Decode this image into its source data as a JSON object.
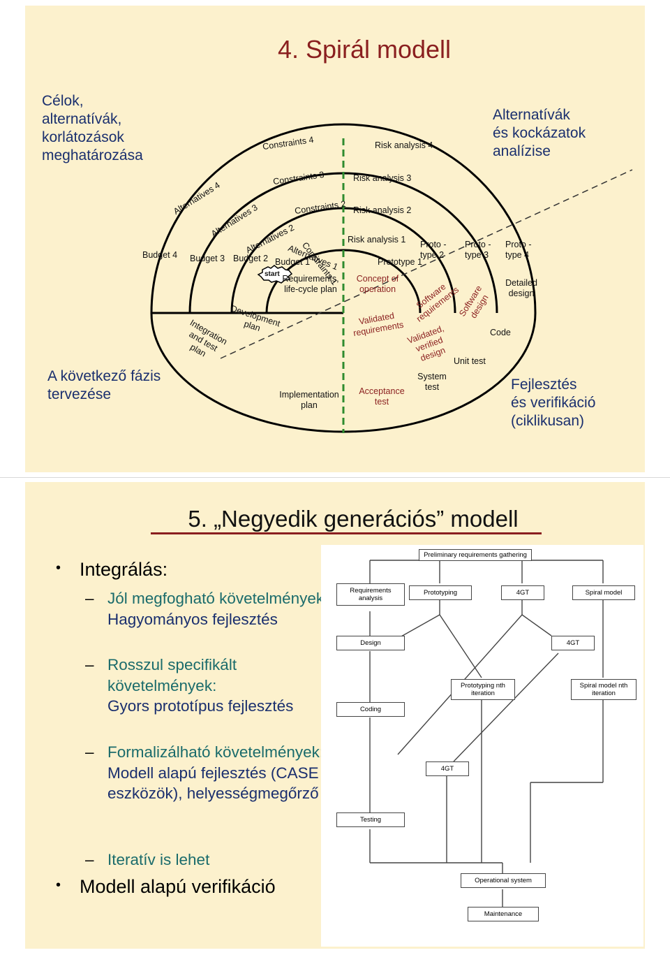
{
  "slide1": {
    "title": "4. Spirál modell",
    "corner_tl": "Célok,\nalternatívák,\nkorlátozások\nmeghatározása",
    "corner_tr": "Alternatívák\nés kockázatok\nanalízise",
    "corner_bl": "A következő fázis\ntervezése",
    "corner_br": "Fejlesztés\nés verifikáció\n(ciklikusan)",
    "diagram": {
      "constraints": [
        "Constraints 4",
        "Constraints 3",
        "Constraints 2",
        "Constraints 1"
      ],
      "risk": [
        "Risk analysis 4",
        "Risk analysis 3",
        "Risk analysis 2",
        "Risk analysis 1"
      ],
      "alternatives": [
        "Alternatives 4",
        "Alternatives 3",
        "Alternatives 2",
        "Alternatives 1"
      ],
      "budget": [
        "Budget 4",
        "Budget 3",
        "Budget 2",
        "Budget 1"
      ],
      "prototype": [
        "Prototype 1",
        "Proto - type 2",
        "Proto - type 3",
        "Proto - type 4"
      ],
      "start": "start",
      "requirements_plan": "Requirements, life-cycle plan",
      "concept": "Concept of operation",
      "sw_requirements": "Software requirements",
      "sw_design": "Software design",
      "detailed_design": "Detailed design",
      "development_plan": "Development plan",
      "integration_plan": "Integration and test plan",
      "validated_req": "Validated requirements",
      "validated_design": "Validated, verified design",
      "code": "Code",
      "unit_test": "Unit test",
      "system_test": "System test",
      "acceptance_test": "Acceptance test",
      "implementation_plan": "Implementation plan"
    }
  },
  "slide2": {
    "title": "5. „Negyedik generációs” modell",
    "bullet1": "Integrálás:",
    "subs": [
      {
        "head": "Jól megfogható követelmények:",
        "body": "Hagyományos fejlesztés"
      },
      {
        "head": "Rosszul specifikált követelmények:",
        "body": "Gyors prototípus fejlesztés"
      },
      {
        "head": "Formalizálható követelmények:",
        "body": "Modell alapú fejlesztés (CASE eszközök), helyességmegőrző"
      },
      {
        "head": "Iteratív is lehet",
        "body": ""
      }
    ],
    "bullet2": "Modell alapú verifikáció",
    "flow": {
      "gather": "Preliminary requirements gathering",
      "req_analysis": "Requirements analysis",
      "prototyping": "Prototyping",
      "fourgt_a": "4GT",
      "spiral": "Spiral model",
      "design": "Design",
      "fourgt_b": "4GT",
      "proto_nth": "Prototyping nth iteration",
      "spiral_nth": "Spiral model nth iteration",
      "coding": "Coding",
      "fourgt_c": "4GT",
      "testing": "Testing",
      "opsys": "Operational system",
      "maint": "Maintenance"
    }
  }
}
